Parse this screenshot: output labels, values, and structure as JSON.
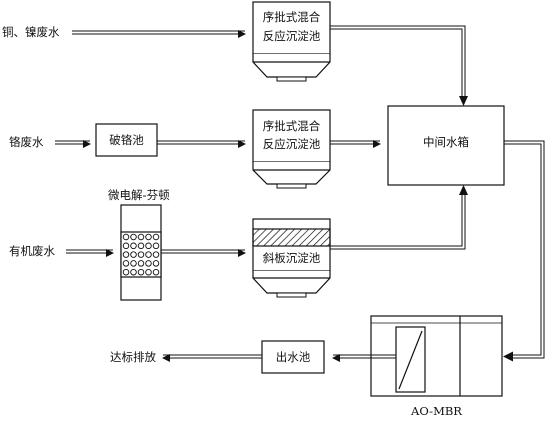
{
  "inputs": {
    "copper_nickel": "铜、镍废水",
    "chromium": "铬废水",
    "organic": "有机废水"
  },
  "units": {
    "sbr_1_line1": "序批式混合",
    "sbr_1_line2": "反应沉淀池",
    "chrome_break": "破铬池",
    "sbr_2_line1": "序批式混合",
    "sbr_2_line2": "反应沉淀池",
    "micro_electrolysis": "微电解-芬顿",
    "inclined_plate": "斜板沉淀池",
    "intermediate_tank": "中间水箱",
    "outlet_tank": "出水池",
    "ao_mbr": "AO-MBR"
  },
  "outputs": {
    "discharge": "达标排放"
  }
}
